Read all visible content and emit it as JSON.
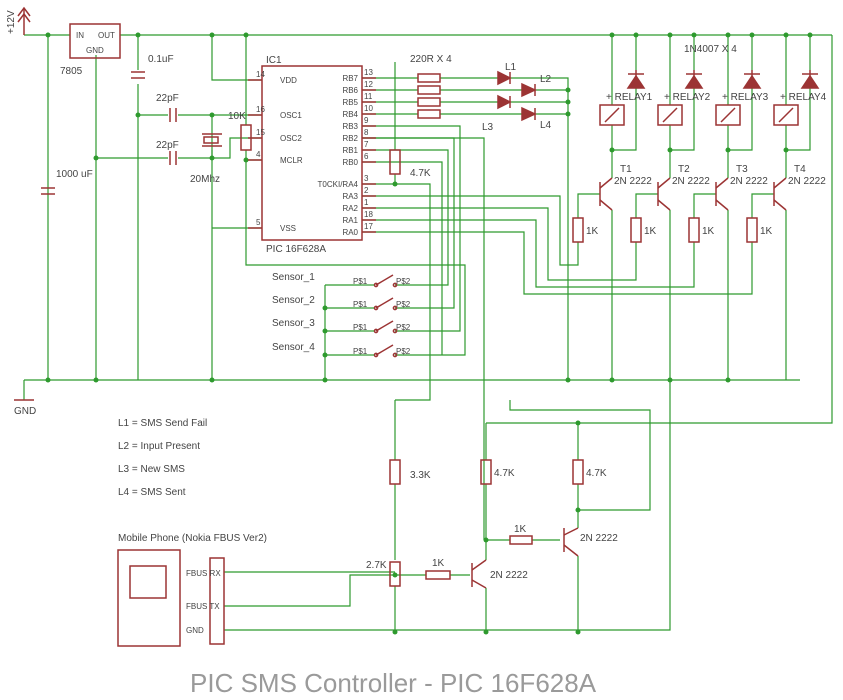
{
  "title": "PIC SMS Controller - PIC 16F628A",
  "supply": {
    "label": "+12V",
    "gnd": "GND"
  },
  "regulator": {
    "name": "7805",
    "pin_in": "IN",
    "pin_out": "OUT",
    "pin_gnd": "GND"
  },
  "caps": {
    "c1": "0.1uF",
    "c2": "22pF",
    "c3": "22pF",
    "c4": "1000 uF"
  },
  "crystal": "20Mhz",
  "r_mclr": "10K",
  "r_ra4": "4.7K",
  "ic": {
    "ref": "IC1",
    "name": "PIC 16F628A",
    "left_pins": [
      {
        "num": "14",
        "name": "VDD"
      },
      {
        "num": "16",
        "name": "OSC1"
      },
      {
        "num": "15",
        "name": "OSC2"
      },
      {
        "num": "4",
        "name": "MCLR"
      },
      {
        "num": "5",
        "name": "VSS"
      }
    ],
    "right_pins": [
      {
        "num": "13",
        "name": "RB7"
      },
      {
        "num": "12",
        "name": "RB6"
      },
      {
        "num": "11",
        "name": "RB5"
      },
      {
        "num": "10",
        "name": "RB4"
      },
      {
        "num": "9",
        "name": "RB3"
      },
      {
        "num": "8",
        "name": "RB2"
      },
      {
        "num": "7",
        "name": "RB1"
      },
      {
        "num": "6",
        "name": "RB0"
      },
      {
        "num": "3",
        "name": "T0CKI/RA4"
      },
      {
        "num": "2",
        "name": "RA3"
      },
      {
        "num": "1",
        "name": "RA2"
      },
      {
        "num": "18",
        "name": "RA1"
      },
      {
        "num": "17",
        "name": "RA0"
      }
    ]
  },
  "led_resistors": "220R X 4",
  "leds": [
    "L1",
    "L2",
    "L3",
    "L4"
  ],
  "diodes": "1N4007 X 4",
  "relays": [
    "RELAY1",
    "RELAY2",
    "RELAY3",
    "RELAY4"
  ],
  "transistors": [
    "T1",
    "T2",
    "T3",
    "T4"
  ],
  "transistor_type": "2N 2222",
  "base_resistor": "1K",
  "sensors": [
    "Sensor_1",
    "Sensor_2",
    "Sensor_3",
    "Sensor_4"
  ],
  "switch_pins": [
    "P$1",
    "P$2"
  ],
  "legend": [
    "L1 = SMS Send Fail",
    "L2 = Input Present",
    "L3 = New SMS",
    "L4 = SMS Sent"
  ],
  "phone": {
    "label": "Mobile Phone (Nokia FBUS Ver2)",
    "pins": [
      "FBUS RX",
      "FBUS TX",
      "GND"
    ]
  },
  "interface": {
    "r1": "3.3K",
    "r2": "2.7K",
    "r3": "4.7K",
    "r4": "4.7K",
    "r5": "1K",
    "r6": "1K",
    "q1": "2N 2222",
    "q2": "2N 2222"
  }
}
